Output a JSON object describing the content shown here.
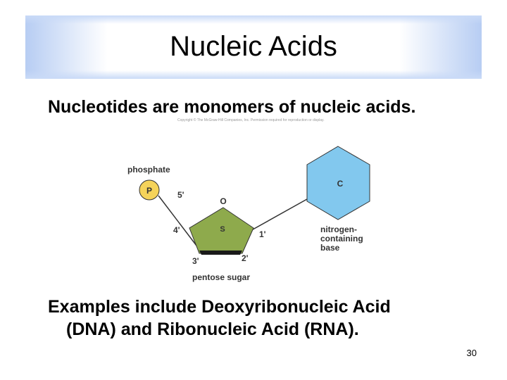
{
  "slide": {
    "title": "Nucleic Acids",
    "subtitle": "Nucleotides are monomers of nucleic acids.",
    "copyright": "Copyright © The McGraw-Hill Companies, Inc. Permission required for reproduction or display.",
    "examples_line1": "Examples include Deoxyribonucleic Acid",
    "examples_line2": "(DNA) and Ribonucleic Acid (RNA).",
    "page_number": "30"
  },
  "diagram": {
    "phosphate_label": "phosphate",
    "phosphate_symbol": "P",
    "carbon_5": "5'",
    "oxygen": "O",
    "sugar_symbol": "S",
    "carbon_4": "4'",
    "carbon_1": "1'",
    "carbon_3": "3'",
    "carbon_2": "2'",
    "sugar_label": "pentose sugar",
    "base_symbol": "C",
    "base_label_1": "nitrogen-",
    "base_label_2": "containing",
    "base_label_3": "base",
    "colors": {
      "phosphate": "#f5d35a",
      "sugar": "#8eaa4c",
      "base": "#82c8ee"
    }
  }
}
